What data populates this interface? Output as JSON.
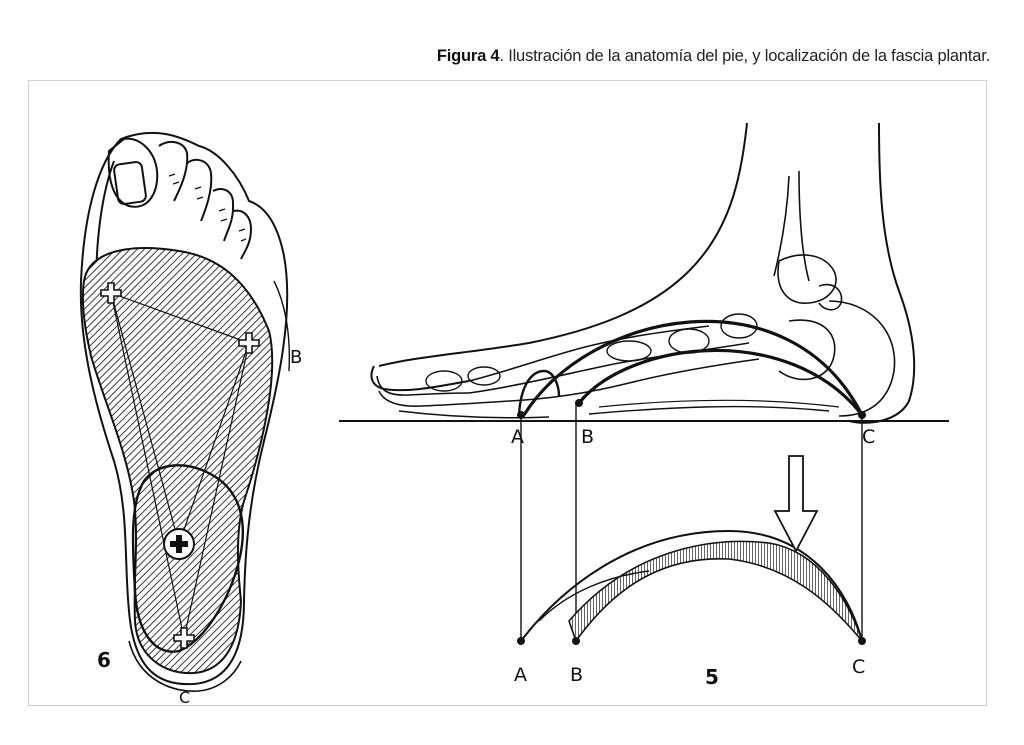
{
  "caption": {
    "label": "Figura 4",
    "text": ". Ilustración de la anatomía del pie, y localización de la fascia plantar."
  },
  "figure": {
    "left_panel": {
      "number": "6",
      "point_b": "B",
      "point_c": "C"
    },
    "right_panel": {
      "number": "5",
      "top_points": [
        "A",
        "B",
        "C"
      ],
      "bottom_points": [
        "A",
        "B",
        "C"
      ]
    }
  },
  "colors": {
    "ink": "#111111",
    "frame_border": "#cfcfcf"
  }
}
